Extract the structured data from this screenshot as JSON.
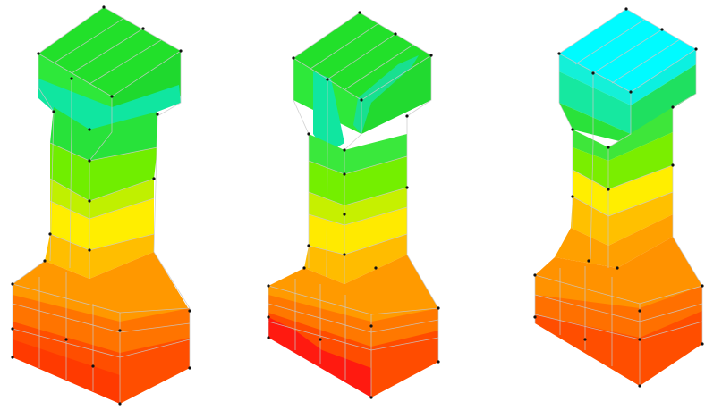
{
  "figure": {
    "panels": [
      {
        "id": "left",
        "nodes_shown": true
      },
      {
        "id": "middle",
        "nodes_shown": true
      },
      {
        "id": "right",
        "nodes_shown": true
      }
    ],
    "colors": {
      "red": "#ff2a00",
      "red_orange": "#ff5a00",
      "orange": "#ff8c00",
      "orange_yellow": "#ffb400",
      "yellow": "#ffe600",
      "yellow_green": "#b8f000",
      "green": "#6ef000",
      "bright_green": "#20e020",
      "teal": "#10e8a0",
      "cyan": "#00ffff",
      "mesh_edge": "#c9c9c9",
      "node": "#111111",
      "background": "#ffffff"
    }
  }
}
